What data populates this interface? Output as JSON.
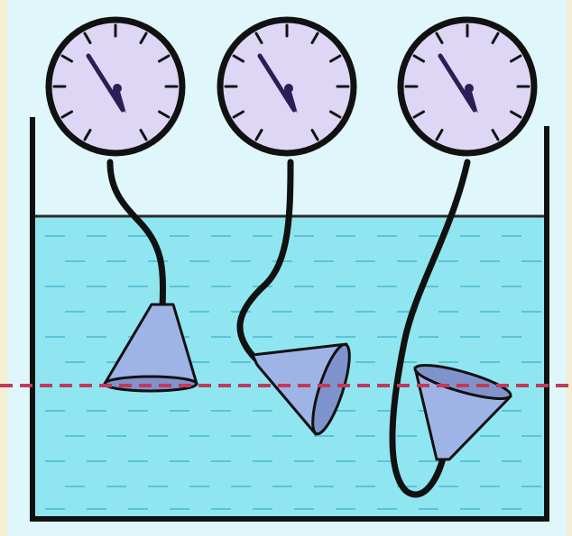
{
  "colors": {
    "page_bg": "#f4efd2",
    "panel_bg": "#dff7fb",
    "water": "#8fe6f1",
    "water_dash": "#5cc3d6",
    "outline": "#111111",
    "gauge_face": "#ddd6f4",
    "needle": "#2a1f55",
    "funnel_fill": "#9fb4e6",
    "funnel_mouth": "#7f93cc",
    "depth_line": "#c2395a"
  },
  "gauges": [
    {
      "id": "gauge-1",
      "needle_reading": "equal"
    },
    {
      "id": "gauge-2",
      "needle_reading": "equal"
    },
    {
      "id": "gauge-3",
      "needle_reading": "equal"
    }
  ],
  "funnels": [
    {
      "id": "funnel-1",
      "mouth_orientation": "down"
    },
    {
      "id": "funnel-2",
      "mouth_orientation": "sideways"
    },
    {
      "id": "funnel-3",
      "mouth_orientation": "up"
    }
  ],
  "icons": {
    "gauge": "pressure-gauge-icon",
    "funnel": "funnel-probe-icon",
    "container": "water-tank-icon"
  }
}
